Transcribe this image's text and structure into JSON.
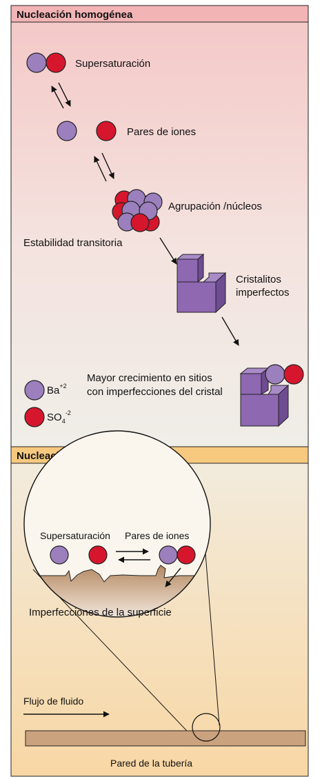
{
  "colors": {
    "ba_ion": "#9c7fbd",
    "so4_ion": "#d6162c",
    "crystal_front": "#8e68b1",
    "crystal_side": "#6e4c92",
    "crystal_top": "#a98bc8",
    "header_homo": "#f2b4b5",
    "header_hetero": "#f7c97f",
    "pipe": "#caa27e",
    "surface": "#b78e67"
  },
  "homogeneous": {
    "title": "Nucleación homogénea",
    "supersaturation": "Supersaturación",
    "ion_pairs": "Pares de iones",
    "clustering": "Agrupación /núcleos",
    "transient_stability": "Estabilidad transitoria",
    "crystallites_line1": "Cristalitos",
    "crystallites_line2": "imperfectos",
    "growth_line1": "Mayor crecimiento en sitios",
    "growth_line2": "con imperfecciones del cristal",
    "legend": {
      "ba_label": "Ba",
      "ba_charge": "+2",
      "so4_label": "SO",
      "so4_sub": "4",
      "so4_charge": "-2"
    }
  },
  "heterogeneous": {
    "title": "Nucleación heterogénea",
    "supersaturation": "Supersaturación",
    "ion_pairs": "Pares de iones",
    "surface_imperfections": "Imperfecciones de la superficie",
    "fluid_flow": "Flujo de fluido",
    "pipe_wall": "Pared de la tubería"
  }
}
